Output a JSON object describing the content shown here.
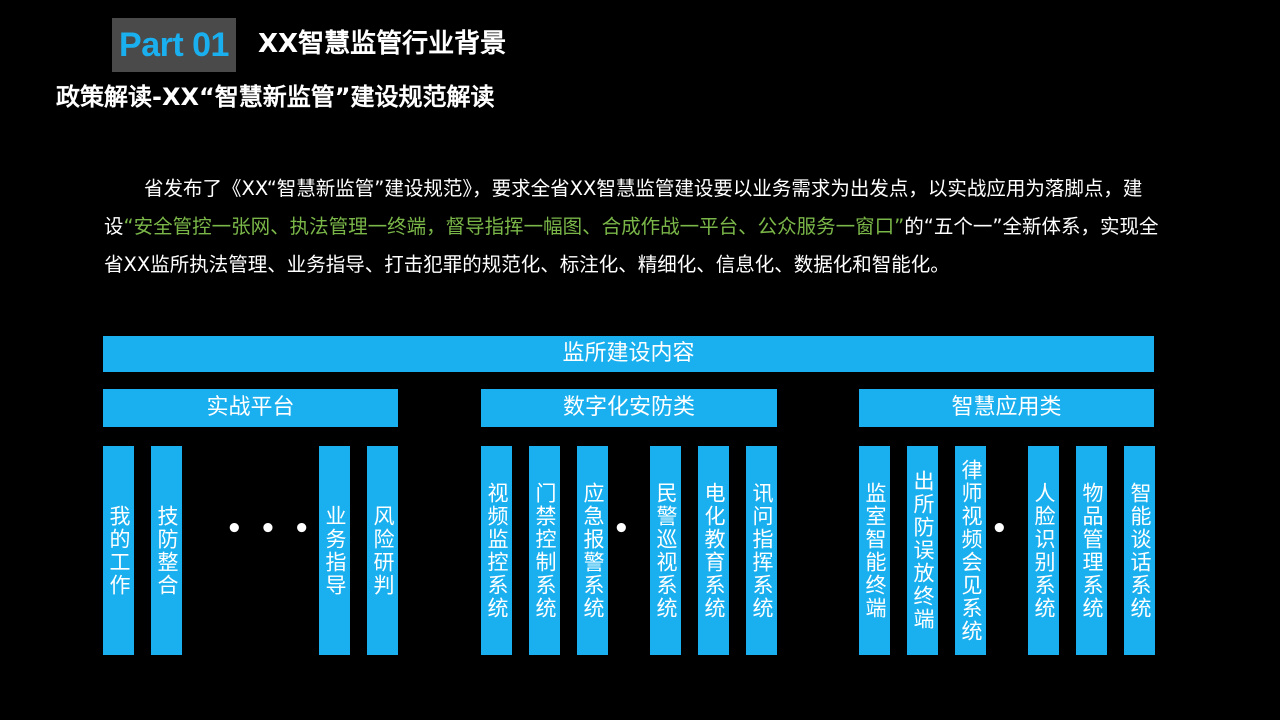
{
  "header": {
    "badge": "Part 01",
    "title": "XX智慧监管行业背景",
    "subtitle": "政策解读-XX“智慧新监管”建设规范解读"
  },
  "body": {
    "part1": "省发布了《XX“智慧新监管”建设规范》，要求全省XX智慧监管建设要以业务需求为出发点，以实战应用为落脚点，建设",
    "highlight": "“安全管控一张网、执法管理一终端，督导指挥一幅图、合成作战一平台、公众服务一窗口”",
    "part2": "的“五个一”全新体系，实现全省XX监所执法管理、业务指导、打击犯罪的规范化、标注化、精细化、信息化、数据化和智能化。"
  },
  "diagram": {
    "title": "监所建设内容",
    "ellipsis_3": "• • •",
    "ellipsis_2": "• •",
    "categories": [
      {
        "label": "实战平台",
        "items": [
          "我的工作",
          "技防整合",
          "业务指导",
          "风险研判"
        ]
      },
      {
        "label": "数字化安防类",
        "items": [
          "视频监控系统",
          "门禁控制系统",
          "应急报警系统",
          "民警巡视系统",
          "电化教育系统",
          "讯问指挥系统"
        ]
      },
      {
        "label": "智慧应用类",
        "items": [
          "监室智能终端",
          "出所防误放终端",
          "律师视频会见系统",
          "人脸识别系统",
          "物品管理系统",
          "智能谈话系统"
        ]
      }
    ]
  }
}
